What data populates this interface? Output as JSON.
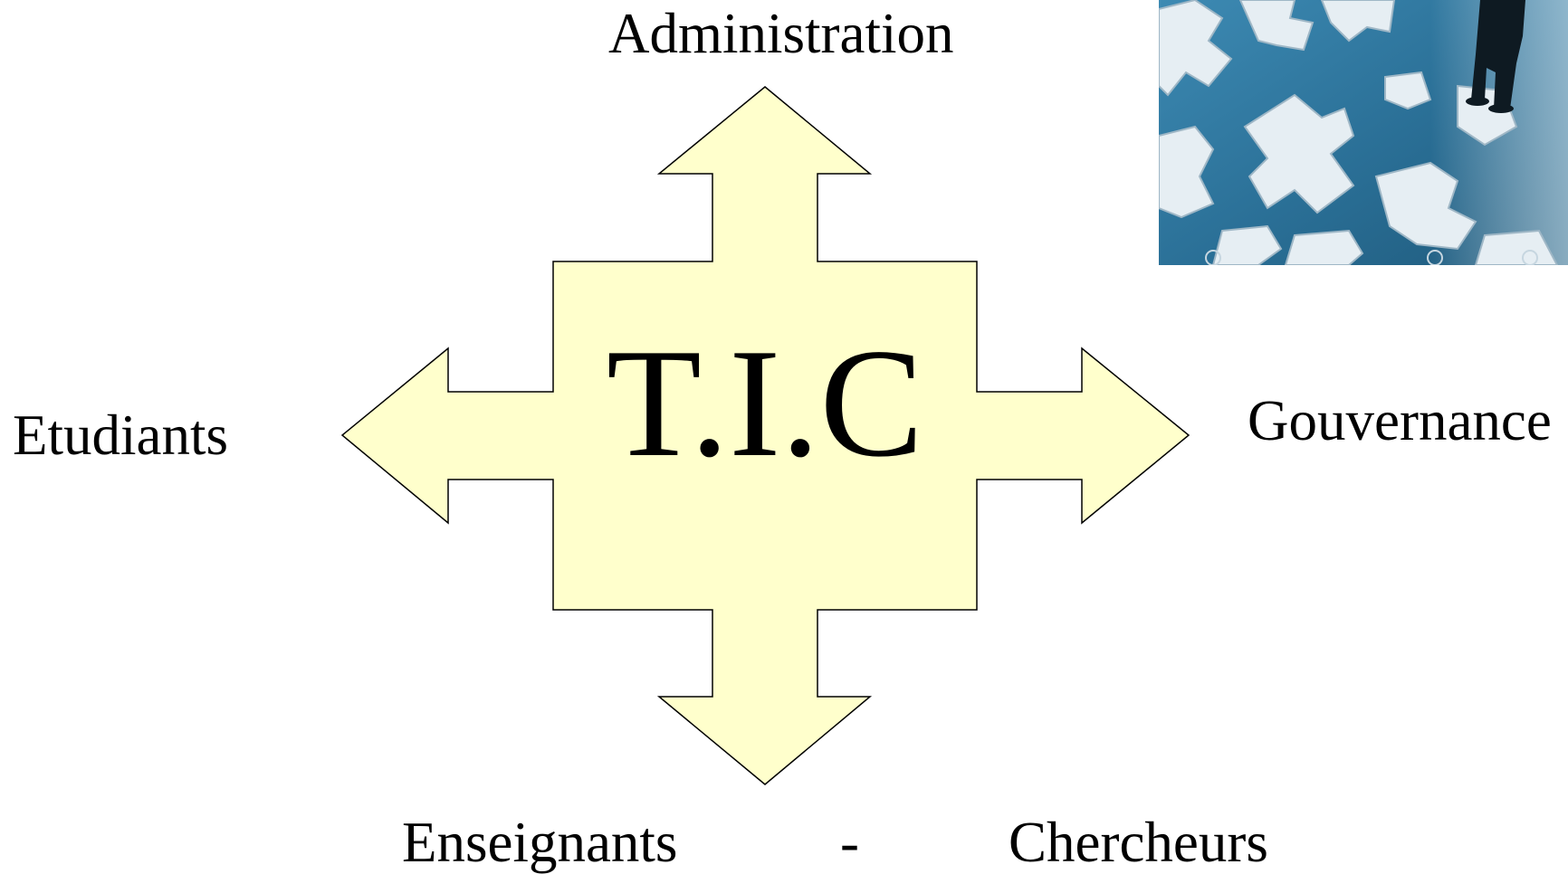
{
  "diagram": {
    "center": "T.I.C",
    "top": "Administration",
    "left": "Etudiants",
    "right": "Gouvernance",
    "bottom_left": "Enseignants",
    "bottom_separator": "-",
    "bottom_right": "Chercheurs"
  },
  "colors": {
    "arrow_fill": "#ffffcc",
    "arrow_stroke": "#000000",
    "photo_blue": "#2f7fa8",
    "puzzle_piece": "#e8eef2"
  },
  "photo": {
    "description_icon": "puzzle-pieces-image"
  }
}
